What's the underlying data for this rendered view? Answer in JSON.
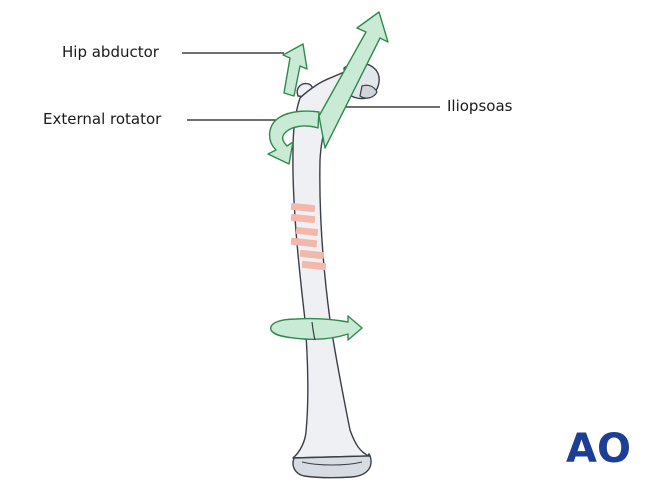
{
  "labels": {
    "hip_abductor": "Hip abductor",
    "external_rotator": "External rotator",
    "iliopsoas": "Iliopsoas"
  },
  "logo": {
    "text": "AO",
    "color": "#1c3f94"
  },
  "colors": {
    "arrow_fill": "#c9ead4",
    "arrow_stroke": "#2f8a4d",
    "bone_fill": "#eef0f3",
    "bone_stroke": "#3a3f47",
    "fracture": "#f4b8aa",
    "leader_line": "#1a1a1a"
  }
}
